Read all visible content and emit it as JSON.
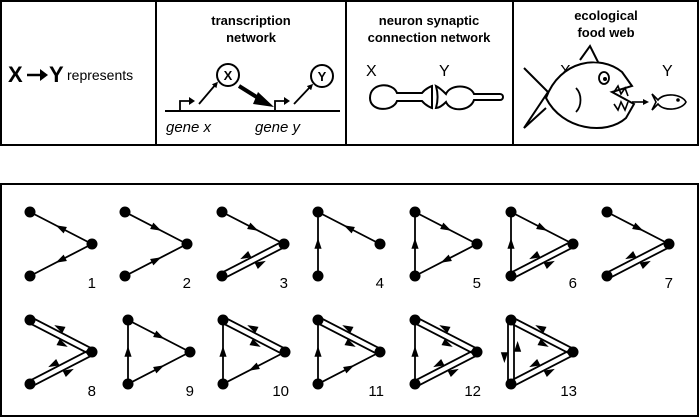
{
  "legend": {
    "lead": {
      "x": "X",
      "y": "Y",
      "suffix": "represents"
    },
    "transcription": {
      "title_line1": "transcription",
      "title_line2": "network",
      "node_x": "X",
      "node_y": "Y",
      "gene_x": "gene x",
      "gene_y": "gene y"
    },
    "neuron": {
      "title_line1": "neuron synaptic",
      "title_line2": "connection network",
      "label_x": "X",
      "label_y": "Y"
    },
    "food_web": {
      "title_line1": "ecological",
      "title_line2": "food web",
      "label_x": "X",
      "label_y": "Y"
    }
  },
  "motifs": {
    "row1": [
      "1",
      "2",
      "3",
      "4",
      "5",
      "6",
      "7"
    ],
    "row2": [
      "8",
      "9",
      "10",
      "11",
      "12",
      "13"
    ]
  }
}
